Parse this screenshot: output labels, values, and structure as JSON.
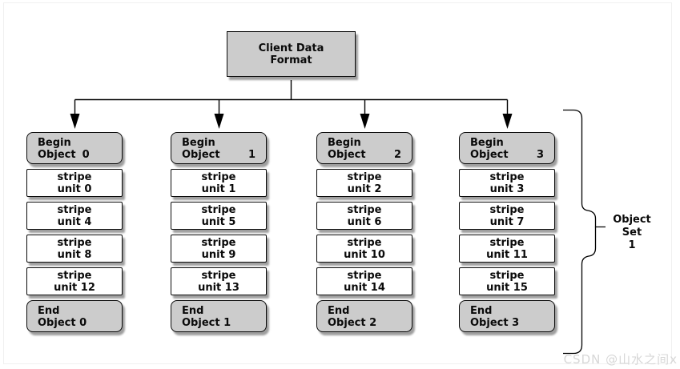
{
  "title": {
    "line1": "Client Data",
    "line2": "Format"
  },
  "bracket": {
    "label_line1": "Object",
    "label_line2": "Set",
    "label_line3": "1"
  },
  "watermark": "CSDN @山水之间x",
  "colors": {
    "box_gray": "#cccccc",
    "box_white": "#ffffff",
    "border": "#0a0a0a",
    "connector": "#000000",
    "watermark": "#d7d7d7",
    "background": "#ffffff"
  },
  "columns": [
    {
      "begin": {
        "line1": "Begin",
        "label": "Object",
        "number": "0"
      },
      "stripes": [
        {
          "line1": "stripe",
          "line2": "unit 0"
        },
        {
          "line1": "stripe",
          "line2": "unit 4"
        },
        {
          "line1": "stripe",
          "line2": "unit 8"
        },
        {
          "line1": "stripe",
          "line2": "unit 12"
        }
      ],
      "end": {
        "line1": "End",
        "line2": "Object 0"
      }
    },
    {
      "begin": {
        "line1": "Begin",
        "label": "Object",
        "number": "1"
      },
      "stripes": [
        {
          "line1": "stripe",
          "line2": "unit 1"
        },
        {
          "line1": "stripe",
          "line2": "unit 5"
        },
        {
          "line1": "stripe",
          "line2": "unit 9"
        },
        {
          "line1": "stripe",
          "line2": "unit 13"
        }
      ],
      "end": {
        "line1": "End",
        "line2": "Object 1"
      }
    },
    {
      "begin": {
        "line1": "Begin",
        "label": "Object",
        "number": "2"
      },
      "stripes": [
        {
          "line1": "stripe",
          "line2": "unit 2"
        },
        {
          "line1": "stripe",
          "line2": "unit 6"
        },
        {
          "line1": "stripe",
          "line2": "unit 10"
        },
        {
          "line1": "stripe",
          "line2": "unit 14"
        }
      ],
      "end": {
        "line1": "End",
        "line2": "Object 2"
      }
    },
    {
      "begin": {
        "line1": "Begin",
        "label": "Object",
        "number": "3"
      },
      "stripes": [
        {
          "line1": "stripe",
          "line2": "unit 3"
        },
        {
          "line1": "stripe",
          "line2": "unit 7"
        },
        {
          "line1": "stripe",
          "line2": "unit 11"
        },
        {
          "line1": "stripe",
          "line2": "unit 15"
        }
      ],
      "end": {
        "line1": "End",
        "line2": "Object 3"
      }
    }
  ]
}
